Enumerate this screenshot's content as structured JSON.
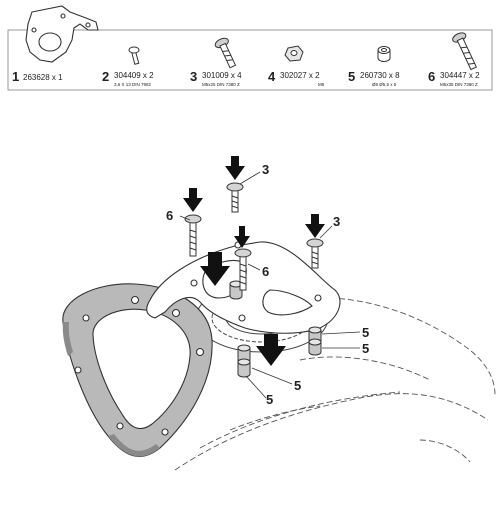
{
  "parts": [
    {
      "index": "1",
      "code": "263628 x 1",
      "spec": ""
    },
    {
      "index": "2",
      "code": "304409 x 2",
      "spec": "3,6 X 13 DIN 7982"
    },
    {
      "index": "3",
      "code": "301009 x 4",
      "spec": "M5x25 DIN 7380 Z"
    },
    {
      "index": "4",
      "code": "302027 x 2",
      "spec": "M5"
    },
    {
      "index": "5",
      "code": "260730 x 8",
      "spec": "Ø8 Ø5,5 x 5"
    },
    {
      "index": "6",
      "code": "304447 x 2",
      "spec": "M5x35 DIN 7380 Z"
    }
  ],
  "callouts": {
    "c3a": "3",
    "c3b": "3",
    "c6a": "6",
    "c6b": "6",
    "c5a": "5",
    "c5b": "5",
    "c5c": "5",
    "c5d": "5"
  },
  "colors": {
    "line": "#333333",
    "ring_fill": "#b9b9b9",
    "panel_border": "#9a9a9a",
    "arrow": "#111111"
  }
}
